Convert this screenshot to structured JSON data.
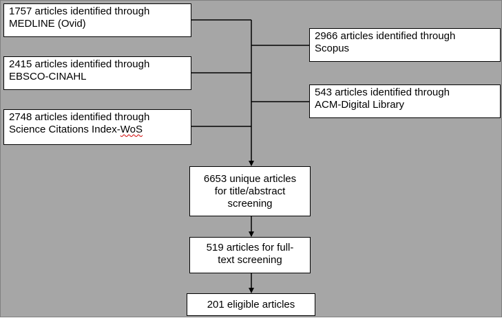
{
  "sources_left": [
    {
      "line1": "1757 articles identified through",
      "line2": "MEDLINE (Ovid)"
    },
    {
      "line1": "2415 articles identified through",
      "line2": "EBSCO-CINAHL"
    },
    {
      "line1": "2748 articles identified through",
      "line2_a": "Science Citations Index-",
      "line2_b": "WoS"
    }
  ],
  "sources_right": [
    {
      "line1": "2966 articles identified through",
      "line2": "Scopus"
    },
    {
      "line1": "543 articles identified through",
      "line2": "ACM-Digital Library"
    }
  ],
  "flow": [
    {
      "lines": [
        "6653 unique articles",
        "for title/abstract",
        "screening"
      ]
    },
    {
      "lines": [
        "519 articles for full-",
        "text screening"
      ]
    },
    {
      "lines": [
        "201 eligible articles"
      ]
    }
  ]
}
